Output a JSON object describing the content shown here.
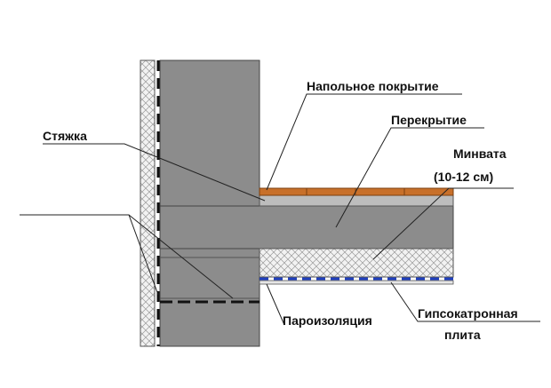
{
  "labels": {
    "floor_covering": "Напольное покрытие",
    "slab": "Перекрытие",
    "screed": "Стяжка",
    "mineral_wool_line1": "Минвата",
    "mineral_wool_line2": "(10-12 см)",
    "vapor_barrier": "Пароизоляция",
    "gypsum_board_line1": "Гипсокатронная",
    "gypsum_board_line2": "плита"
  },
  "colors": {
    "concrete": "#8c8c8c",
    "screed": "#bdbdbd",
    "floor_covering": "#c8702a",
    "insulation": "#f2f2f2",
    "vapor_barrier": "#1f3fbf",
    "lines": "#222222"
  }
}
